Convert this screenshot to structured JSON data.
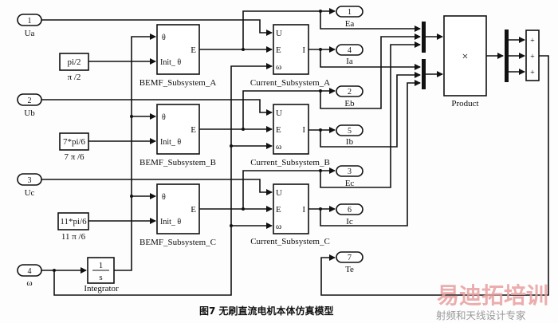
{
  "inports": [
    {
      "num": "1",
      "name": "Ua"
    },
    {
      "num": "2",
      "name": "Ub"
    },
    {
      "num": "3",
      "name": "Uc"
    },
    {
      "num": "4",
      "name": "ω"
    }
  ],
  "constants": [
    {
      "value": "pi/2",
      "name": "π /2"
    },
    {
      "value": "7*pi/6",
      "name": "7 π /6"
    },
    {
      "value": "11*pi/6",
      "name": "11 π /6"
    }
  ],
  "bemf": [
    {
      "name": "BEMF_Subsystem_A"
    },
    {
      "name": "BEMF_Subsystem_B"
    },
    {
      "name": "BEMF_Subsystem_C"
    }
  ],
  "bemf_ports": {
    "theta": "θ",
    "init": "Init_ θ",
    "out": "E"
  },
  "current": [
    {
      "name": "Current_Subsystem_A"
    },
    {
      "name": "Current_Subsystem_B"
    },
    {
      "name": "Current_Subsystem_C"
    }
  ],
  "current_ports": {
    "u": "U",
    "e": "E",
    "w": "ω",
    "out": "I"
  },
  "integrator": {
    "num": "1",
    "den": "s",
    "name": "Integrator"
  },
  "outports": [
    {
      "num": "1",
      "name": "Ea"
    },
    {
      "num": "4",
      "name": "Ia"
    },
    {
      "num": "2",
      "name": "Eb"
    },
    {
      "num": "5",
      "name": "Ib"
    },
    {
      "num": "3",
      "name": "Ec"
    },
    {
      "num": "6",
      "name": "Ic"
    },
    {
      "num": "7",
      "name": "Te"
    }
  ],
  "product": {
    "symbol": "×",
    "name": "Product"
  },
  "sum": {
    "signs": [
      "+",
      "+",
      "+"
    ]
  },
  "caption": "图7   无刷直流电机本体仿真模型",
  "watermark": {
    "brand": "易迪拓培训",
    "slogan": "射频和天线设计专家"
  }
}
